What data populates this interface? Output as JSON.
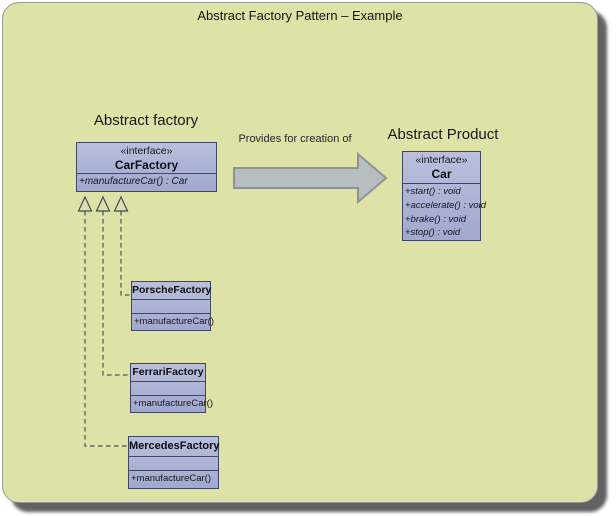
{
  "slide": {
    "title": "Abstract Factory Pattern – Example"
  },
  "labels": {
    "abstract_factory": "Abstract factory",
    "abstract_product": "Abstract Product",
    "arrow_caption": "Provides for creation of"
  },
  "boxes": {
    "car_factory": {
      "stereotype": "«interface»",
      "name": "CarFactory",
      "method": "+manufactureCar() : Car"
    },
    "car": {
      "stereotype": "«interface»",
      "name": "Car",
      "methods": [
        "+start() : void",
        "+accelerate() : void",
        "+brake() : void",
        "+stop() : void"
      ]
    },
    "porsche_factory": {
      "name": "PorscheFactory",
      "method": "+manufactureCar()"
    },
    "ferrari_factory": {
      "name": "FerrariFactory",
      "method": "+manufactureCar()"
    },
    "mercedes_factory": {
      "name": "MercedesFactory",
      "method": "+manufactureCar()"
    }
  },
  "colors": {
    "slide_background": "#dfe2a6",
    "box_fill": "#a9afd2",
    "box_border": "#3d4963",
    "arrow_fill": "#b7bec2",
    "arrow_border": "#8d9396",
    "connector": "#4b4f5e",
    "shadow": "#4b4c4e"
  }
}
